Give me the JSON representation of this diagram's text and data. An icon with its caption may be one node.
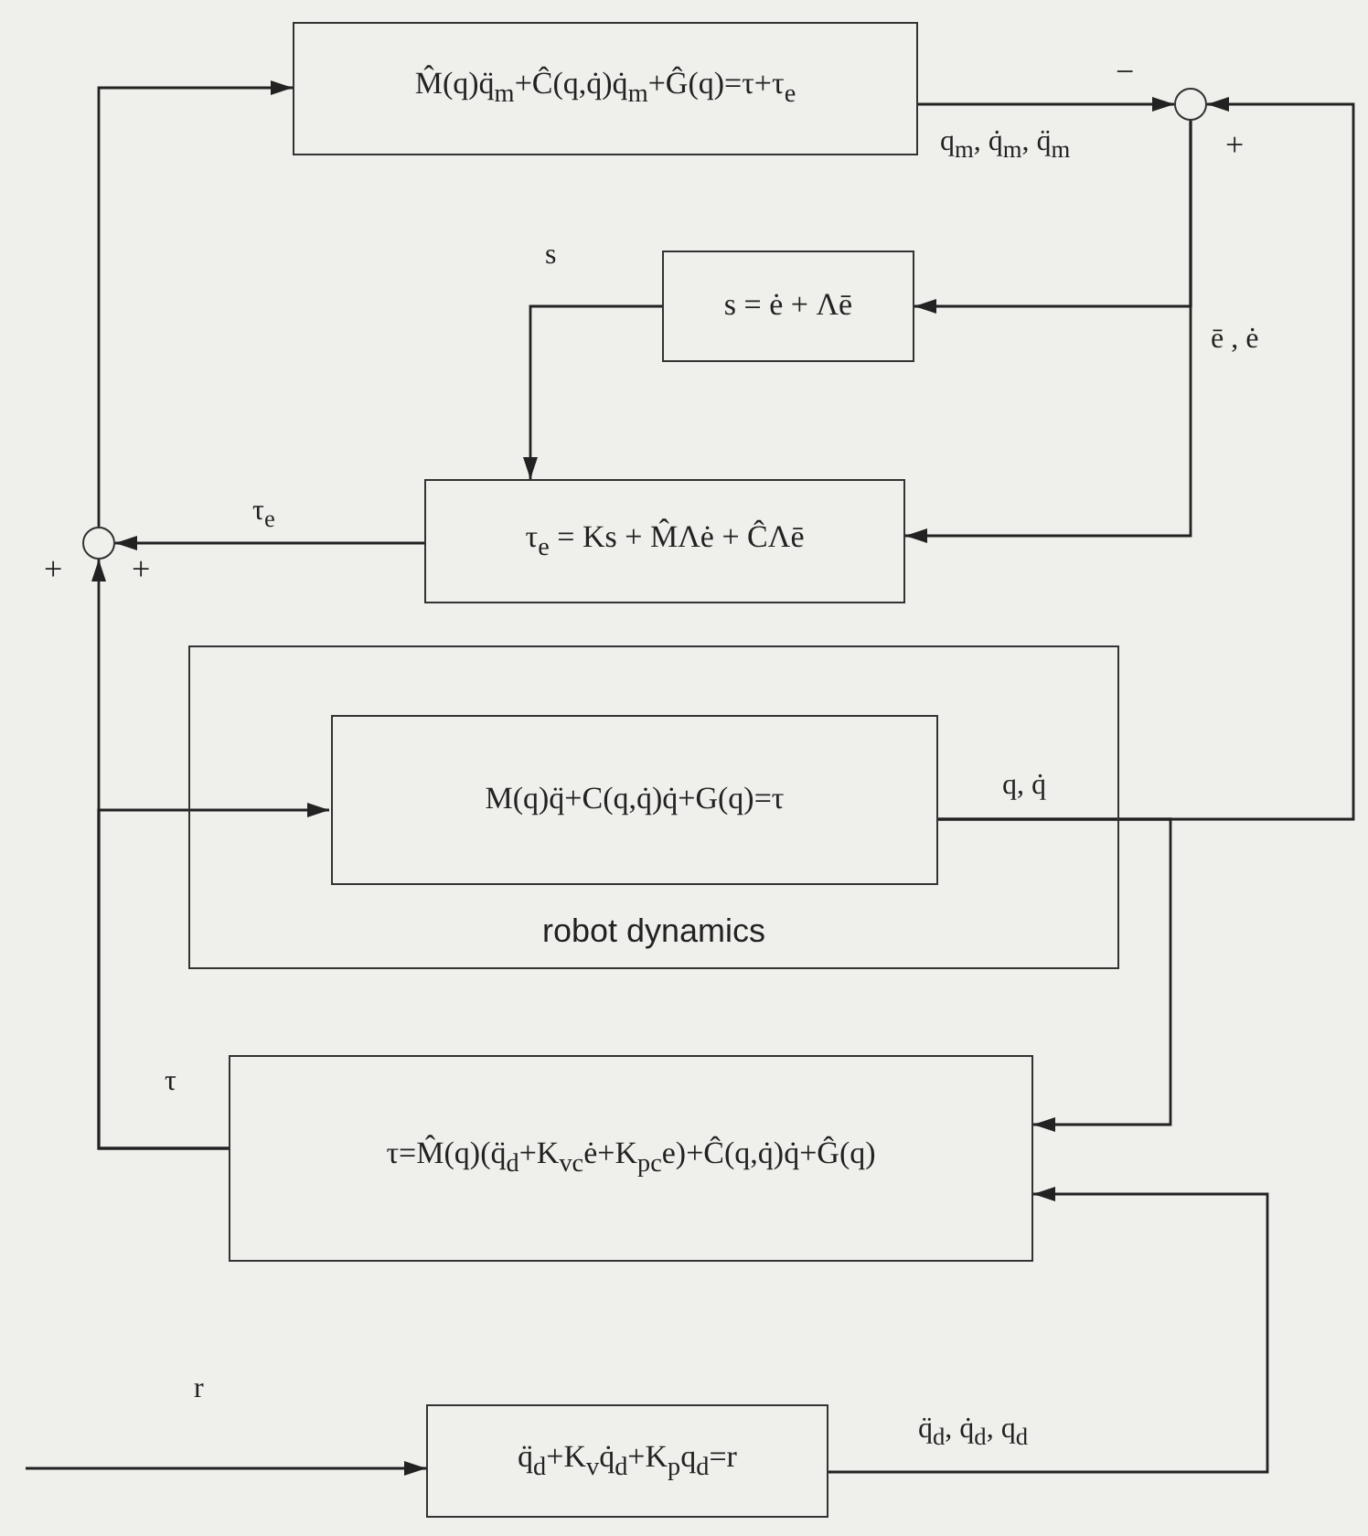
{
  "diagram": {
    "nodes": [
      {
        "text": [
          "M̂(q)q̈$_{m}$+Ĉ(q,q̇)q̇$_{m}$+Ĝ(q)=τ+τ$_{e}$"
        ]
      },
      {
        "text": [],
        "shape": "circle"
      },
      {
        "text": [
          "s = ė + Λē"
        ]
      },
      {
        "text": [
          "τ$_{e}$ = Ks + M̂Λė + ĈΛē"
        ]
      },
      {
        "text": [],
        "shape": "circle"
      },
      {
        "text": [
          "robot dynamics"
        ]
      },
      {
        "text": [
          "M(q)q̈+C(q,q̇)q̇+G(q)=τ"
        ],
        "in": 5
      },
      {
        "text": [
          "τ=M̂(q)(q̈$_{d}$+K$_{vc}$ė+K$_{pc}$e)+Ĉ(q,q̇)q̇+Ĝ(q)"
        ]
      },
      {
        "text": [
          "q̈$_{d}$+K$_{v}$q̇$_{d}$+K$_{p}$q$_{d}$=r"
        ]
      }
    ],
    "edges": [
      {
        "from": 0,
        "to": 1,
        "arrow": "to",
        "label": "q$_{m}$, q̇$_{m}$, q̈$_{m}$"
      },
      {
        "from": 6,
        "to": 1,
        "arrow": "to",
        "label": "q, q̇"
      },
      {
        "from": 6,
        "to": 7,
        "arrow": "to"
      },
      {
        "from": 1,
        "to": 2,
        "arrow": "to",
        "label": "ē , ė"
      },
      {
        "from": 1,
        "to": 3,
        "arrow": "to"
      },
      {
        "from": 2,
        "to": 3,
        "arrow": "to",
        "label": "s"
      },
      {
        "from": 3,
        "to": 4,
        "arrow": "to",
        "label": "τ$_{e}$"
      },
      {
        "from": 4,
        "to": 0,
        "arrow": "to"
      },
      {
        "from": 7,
        "to": 4,
        "arrow": "to",
        "label": "τ"
      },
      {
        "from": 7,
        "to": 6,
        "arrow": "to"
      },
      {
        "from": 8,
        "to": 7,
        "arrow": "to",
        "label": "q̈$_{d}$, q̇$_{d}$, q$_{d}$"
      },
      {
        "from": null,
        "to": 8,
        "arrow": "to",
        "label": "r"
      }
    ],
    "labels": [
      "−",
      "+",
      "+",
      "+"
    ]
  }
}
